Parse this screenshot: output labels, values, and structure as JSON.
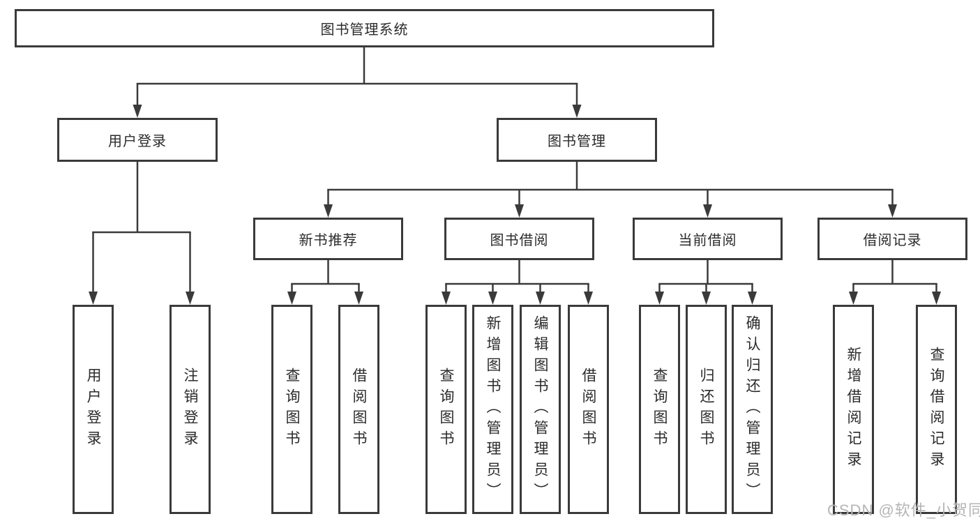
{
  "diagram": {
    "type": "hierarchy-tree",
    "colors": {
      "background": "#ffffff",
      "line": "#3a3a3a",
      "box_border": "#3a3a3a",
      "text": "#2b2b2b",
      "watermark": "#b5b5b5"
    },
    "tree": {
      "label": "图书管理系统",
      "children": [
        {
          "label": "用户登录",
          "children": [
            {
              "label": "用户登录"
            },
            {
              "label": "注销登录"
            }
          ]
        },
        {
          "label": "图书管理",
          "children": [
            {
              "label": "新书推荐",
              "children": [
                {
                  "label": "查询图书"
                },
                {
                  "label": "借阅图书"
                }
              ]
            },
            {
              "label": "图书借阅",
              "children": [
                {
                  "label": "查询图书"
                },
                {
                  "label": "新增图书（管理员）"
                },
                {
                  "label": "编辑图书（管理员）"
                },
                {
                  "label": "借阅图书"
                }
              ]
            },
            {
              "label": "当前借阅",
              "children": [
                {
                  "label": "查询图书"
                },
                {
                  "label": "归还图书"
                },
                {
                  "label": "确认归还（管理员）"
                }
              ]
            },
            {
              "label": "借阅记录",
              "children": [
                {
                  "label": "新增借阅记录"
                },
                {
                  "label": "查询借阅记录"
                }
              ]
            }
          ]
        }
      ]
    },
    "watermark": {
      "text": "CSDN @软件_小贺同学"
    }
  }
}
